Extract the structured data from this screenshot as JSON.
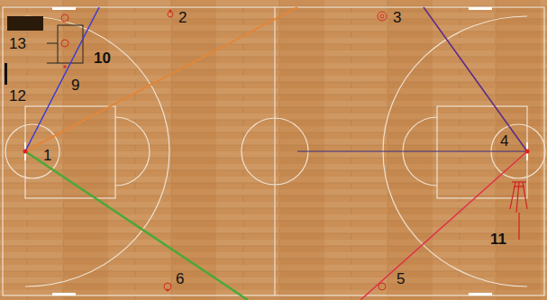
{
  "diagram": {
    "labels": [
      "13",
      "10",
      "9",
      "12",
      "1",
      "2",
      "3",
      "4",
      "5",
      "6",
      "11"
    ]
  }
}
